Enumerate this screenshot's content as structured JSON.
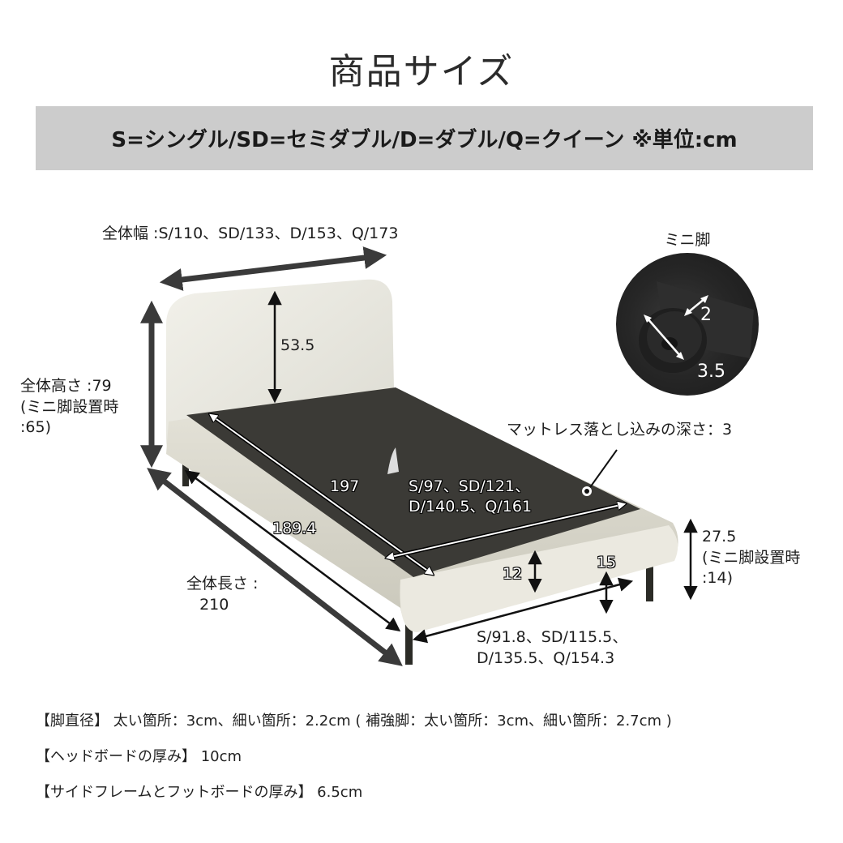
{
  "header": {
    "title": "商品サイズ",
    "legend": "S=シングル/SD=セミダブル/D=ダブル/Q=クイーン ※単位:cm"
  },
  "colors": {
    "band_bg": "#cccccc",
    "arrow_dark": "#3a3a3a",
    "fabric": "#ecebe4",
    "slat_board": "#3b3a36",
    "leg": "#2b2b26"
  },
  "dimensions": {
    "overall_width": "全体幅 :S/110、SD/133、D/153、Q/173",
    "headboard_height": "53.5",
    "overall_height": {
      "line1": "全体高さ :79",
      "line2": "(ミニ脚設置時",
      "line3": ":65)"
    },
    "inner_length": "197",
    "frame_length": "189.4",
    "inner_width": {
      "line1": "S/97、SD/121、",
      "line2": "D/140.5、Q/161"
    },
    "mattress_drop": "マットレス落とし込みの深さ：3",
    "overall_length": {
      "line1": "全体長さ :",
      "line2": "210"
    },
    "frame_height": "12",
    "under_clearance": "15",
    "floor_to_frame": {
      "line1": "27.5",
      "line2": "(ミニ脚設置時",
      "line3": ":14)"
    },
    "leg_span": {
      "line1": "S/91.8、SD/115.5、",
      "line2": "D/135.5、Q/154.3"
    }
  },
  "mini_leg": {
    "label": "ミニ脚",
    "height": "2",
    "diameter": "3.5"
  },
  "notes": [
    "【脚直径】 太い箇所：3cm、細い箇所：2.2cm ( 補強脚：太い箇所：3cm、細い箇所：2.7cm )",
    "【ヘッドボードの厚み】 10cm",
    "【サイドフレームとフットボードの厚み】 6.5cm"
  ]
}
